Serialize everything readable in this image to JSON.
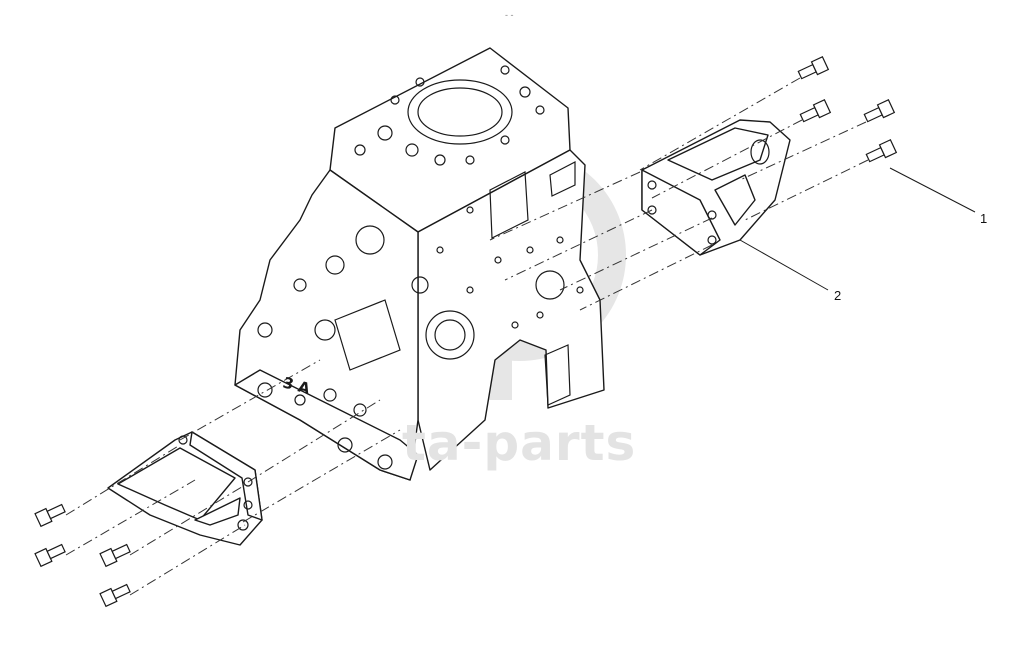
{
  "diagram": {
    "callouts": [
      {
        "id": "1",
        "label": "1"
      },
      {
        "id": "2",
        "label": "2"
      }
    ],
    "block_markings": "3 A",
    "header_mark": "- -",
    "watermark": {
      "text": "ta-parts"
    },
    "colors": {
      "line": "#1a1a1a",
      "watermark": "#e3e3e3",
      "background": "#ffffff"
    }
  }
}
